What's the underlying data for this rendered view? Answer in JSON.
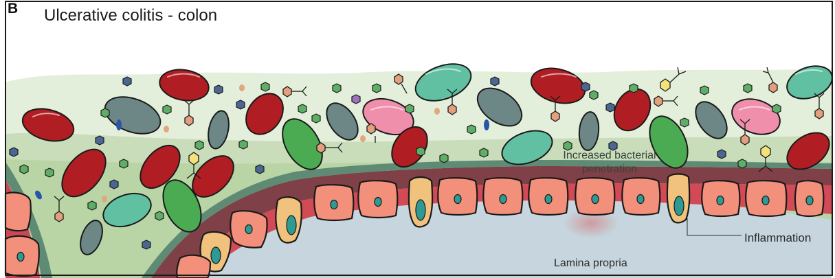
{
  "panel_letter": "B",
  "title": "Ulcerative colitis - colon",
  "labels": {
    "bacterial_penetration": "Increased bacterial penetration",
    "inflammation": "Inflammation",
    "lamina_propria": "Lamina propria"
  },
  "colors": {
    "outer_mucus": "#e3efdb",
    "inner_mucus": "#c7ddb9",
    "mucus_band": "#b9d5a5",
    "epithelial_border": "#5f8a74",
    "inflamed_layer_dark": "#7f4048",
    "inflamed_layer_red": "#d24a55",
    "lamina_propria": "#c6d5de",
    "enterocyte": "#f2907b",
    "goblet_cell": "#f0c27d",
    "nucleus": "#2f9a93",
    "bacteria_red": "#b01e24",
    "bacteria_grey": "#6d8787",
    "bacteria_teal": "#62c0a2",
    "bacteria_green": "#4bab53",
    "bacteria_pink": "#ef8fab"
  },
  "icons": [
    "bacteriophage-icon",
    "virus-particle-icon",
    "enterocyte-icon",
    "goblet-cell-icon"
  ]
}
